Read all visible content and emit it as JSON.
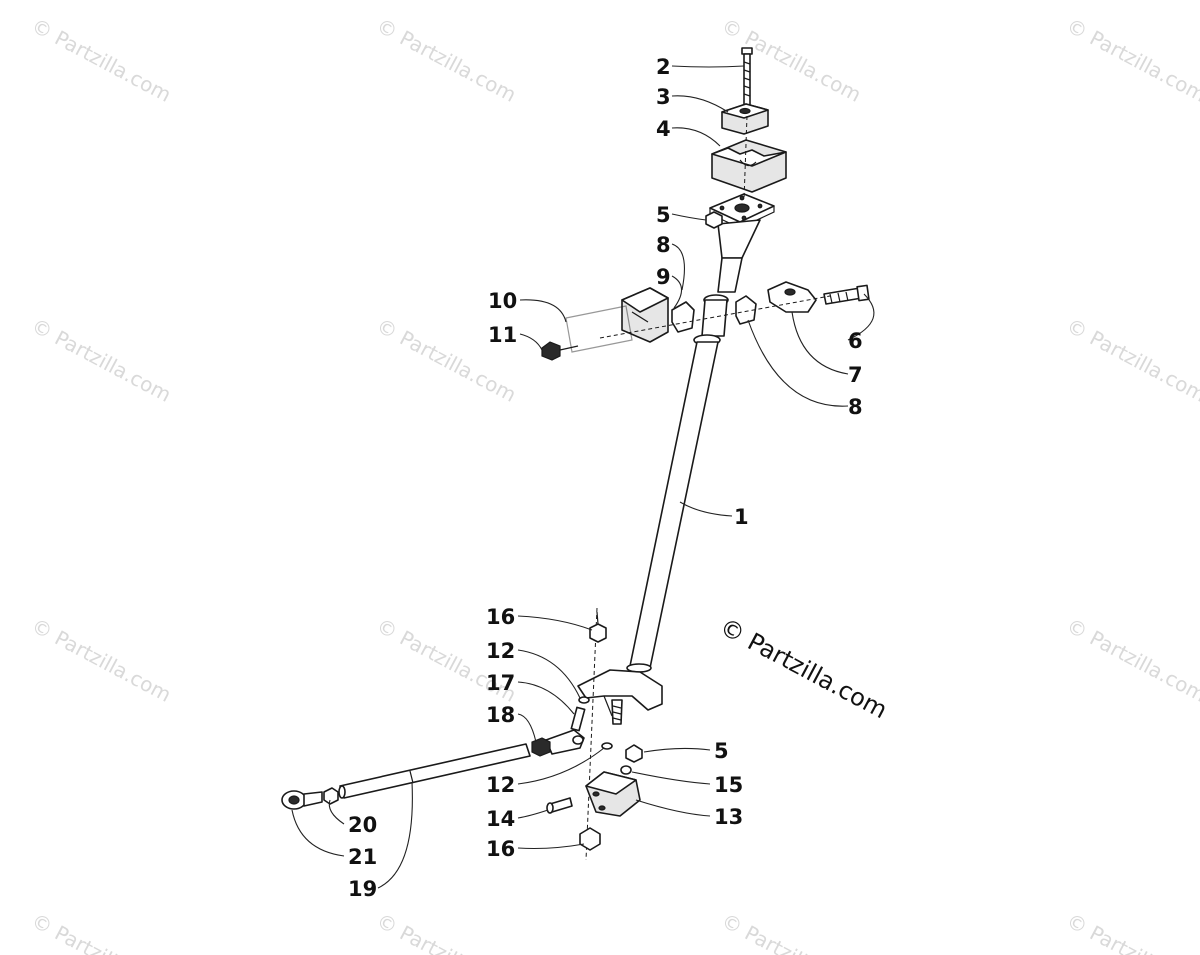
{
  "watermark": {
    "text": "© Partzilla.com"
  },
  "copyright_mark": {
    "text": "© Partzilla.com"
  },
  "callouts": {
    "c1": "1",
    "c2": "2",
    "c3": "3",
    "c4": "4",
    "c5a": "5",
    "c5b": "5",
    "c6": "6",
    "c7": "7",
    "c8a": "8",
    "c8b": "8",
    "c9": "9",
    "c10": "10",
    "c11": "11",
    "c12a": "12",
    "c12b": "12",
    "c13": "13",
    "c14": "14",
    "c15": "15",
    "c16a": "16",
    "c16b": "16",
    "c17": "17",
    "c18": "18",
    "c19": "19",
    "c20": "20",
    "c21": "21"
  }
}
